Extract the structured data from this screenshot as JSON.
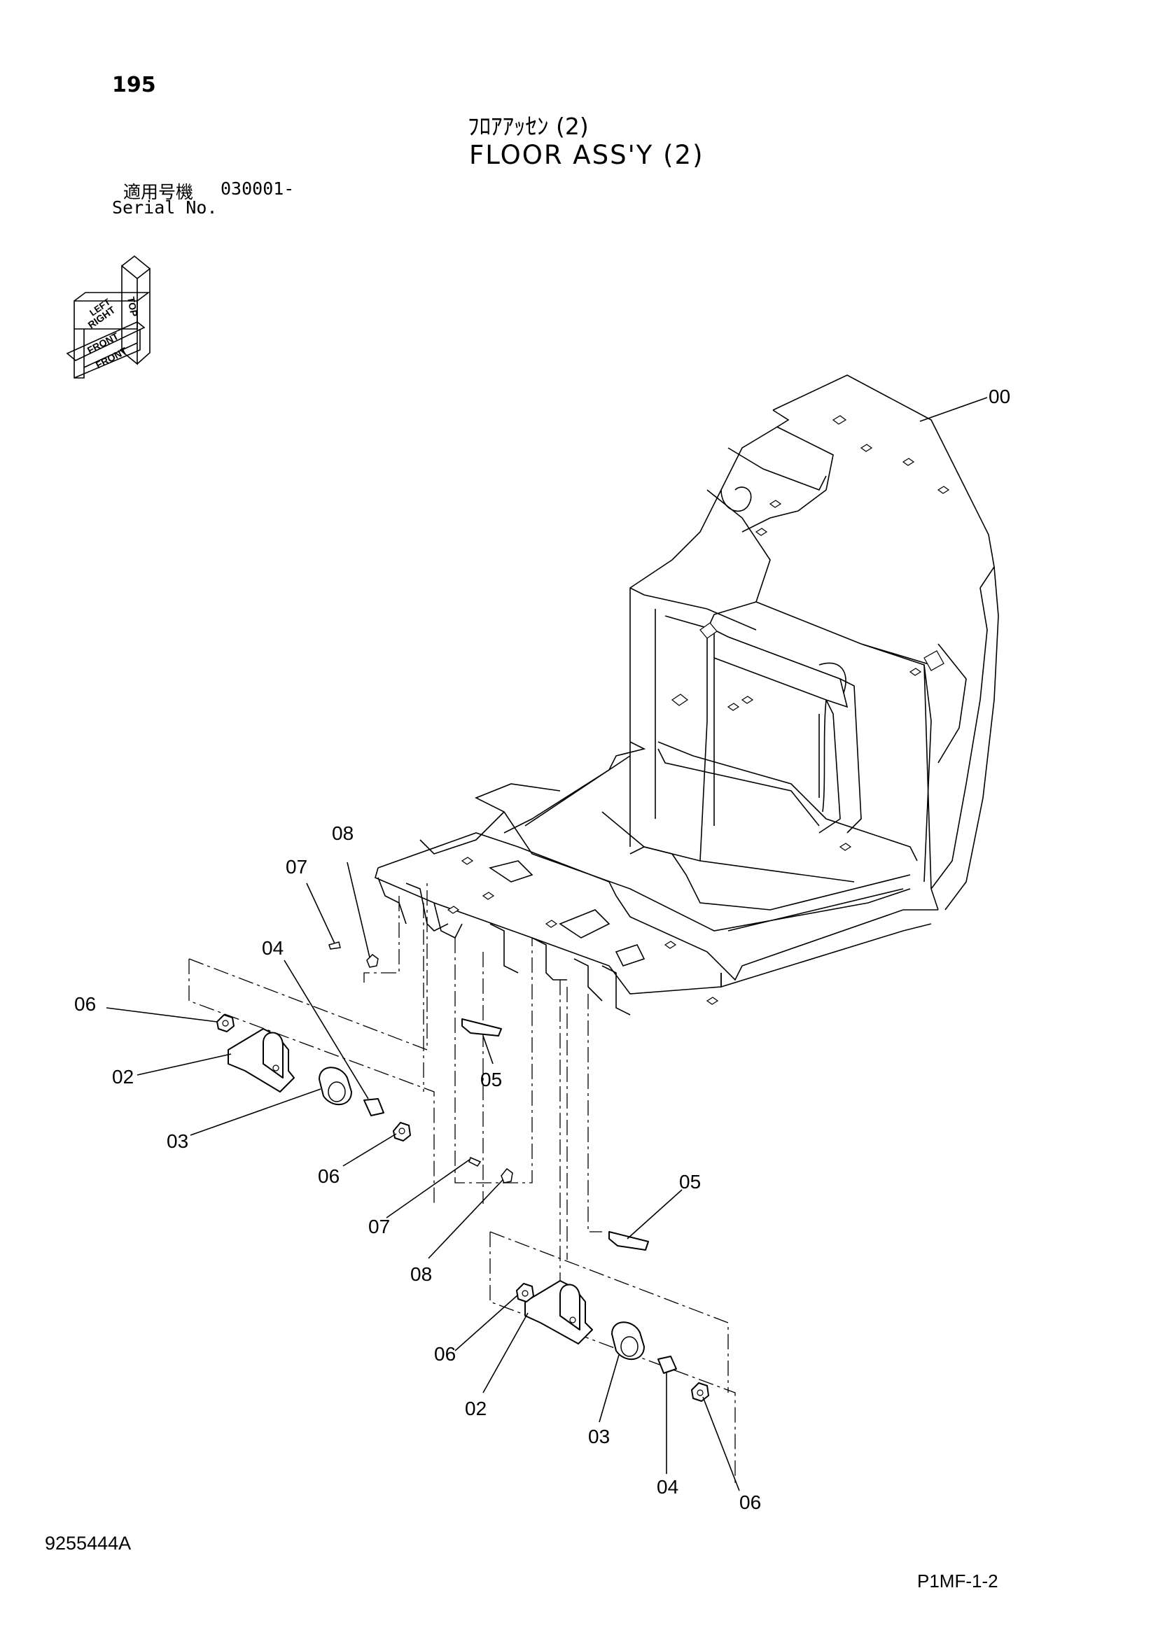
{
  "header": {
    "page_number": "195",
    "title_jp": "ﾌﾛｱｱｯｾﾝ (2)",
    "title_en": "FLOOR ASS'Y (2)",
    "serial_label_jp": "適用号機",
    "serial_value": "030001-",
    "serial_label_en": "Serial No."
  },
  "orientation_icon": {
    "labels": [
      "TOP",
      "LEFT",
      "RIGHT",
      "FRONT",
      "FRONT"
    ]
  },
  "callouts": [
    "00",
    "08",
    "07",
    "04",
    "06",
    "02",
    "03",
    "05",
    "06",
    "07",
    "08",
    "05",
    "06",
    "02",
    "03",
    "04",
    "06"
  ],
  "footer": {
    "doc_number": "9255444A",
    "page_code": "P1MF-1-2"
  }
}
